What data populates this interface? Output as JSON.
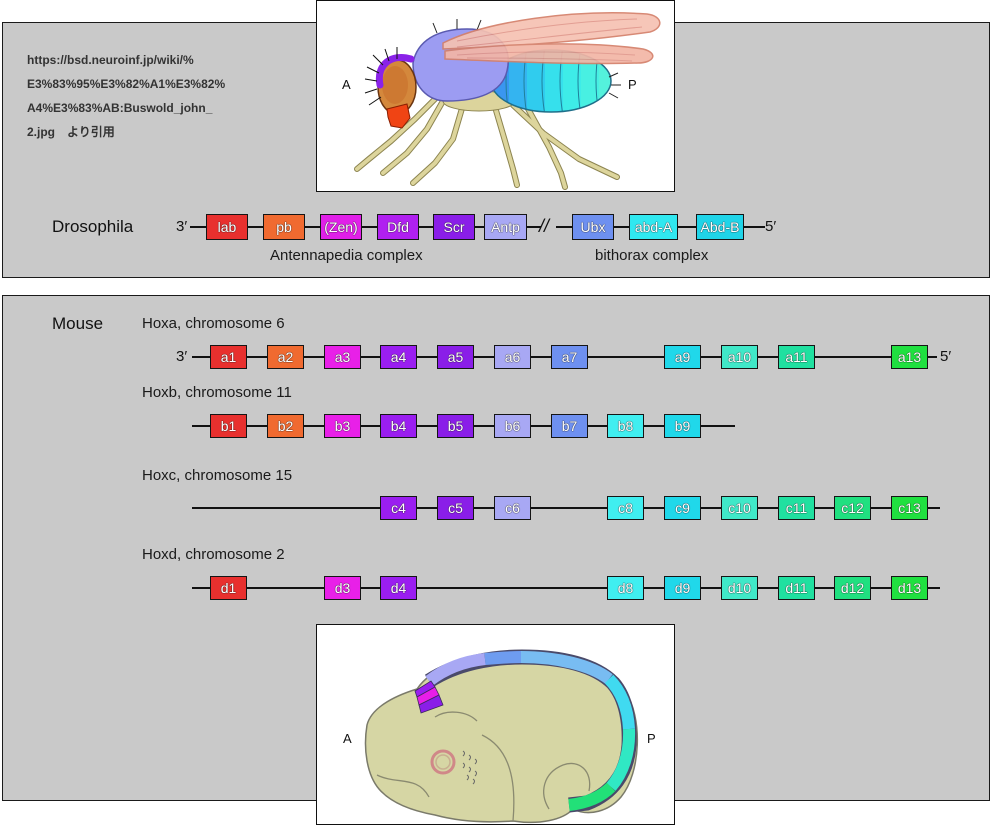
{
  "source_note": {
    "lines": [
      "https://bsd.neuroinf.jp/wiki/%",
      "E3%83%95%E3%82%A1%E3%82%",
      "A4%E3%83%AB:Buswold_john_",
      "2.jpg　より引用"
    ]
  },
  "fly_figure": {
    "anterior": "A",
    "posterior": "P"
  },
  "drosophila": {
    "label": "Drosophila",
    "end_3": "3′",
    "end_5": "5′",
    "break_mark": "//",
    "genes": [
      {
        "name": "lab",
        "color": "#e8302e"
      },
      {
        "name": "pb",
        "color": "#f06a30"
      },
      {
        "name": "(Zen)",
        "color": "#e020e8"
      },
      {
        "name": "Dfd",
        "color": "#b020f0"
      },
      {
        "name": "Scr",
        "color": "#8a1ee8"
      },
      {
        "name": "Antp",
        "color": "#a8a8f4"
      },
      {
        "name": "Ubx",
        "color": "#6e90f0"
      },
      {
        "name": "abd-A",
        "color": "#30e8f0"
      },
      {
        "name": "Abd-B",
        "color": "#20d4e8"
      }
    ],
    "complexes": [
      "Antennapedia complex",
      "bithorax complex"
    ]
  },
  "mouse": {
    "label": "Mouse",
    "clusters": [
      {
        "title": "Hoxa, chromosome 6",
        "end_3": "3′",
        "end_5": "5′",
        "genes": [
          {
            "name": "a1",
            "color": "#e8302e"
          },
          {
            "name": "a2",
            "color": "#f06a30"
          },
          {
            "name": "a3",
            "color": "#e820e8"
          },
          {
            "name": "a4",
            "color": "#9a1ef0"
          },
          {
            "name": "a5",
            "color": "#8a1ee8"
          },
          {
            "name": "a6",
            "color": "#a8a8f4"
          },
          {
            "name": "a7",
            "color": "#6e90f0"
          },
          {
            "name": "a9",
            "color": "#20d8ea"
          },
          {
            "name": "a10",
            "color": "#40e8c8"
          },
          {
            "name": "a11",
            "color": "#20e0a0"
          },
          {
            "name": "a13",
            "color": "#20e040"
          }
        ]
      },
      {
        "title": "Hoxb, chromosome 11",
        "genes": [
          {
            "name": "b1",
            "color": "#e8302e"
          },
          {
            "name": "b2",
            "color": "#f06a30"
          },
          {
            "name": "b3",
            "color": "#e820e8"
          },
          {
            "name": "b4",
            "color": "#9a1ef0"
          },
          {
            "name": "b5",
            "color": "#8a1ee8"
          },
          {
            "name": "b6",
            "color": "#a8a8f4"
          },
          {
            "name": "b7",
            "color": "#6e90f0"
          },
          {
            "name": "b8",
            "color": "#40eef0"
          },
          {
            "name": "b9",
            "color": "#20d8ea"
          }
        ]
      },
      {
        "title": "Hoxc, chromosome 15",
        "genes": [
          {
            "name": "c4",
            "color": "#9a1ef0"
          },
          {
            "name": "c5",
            "color": "#8a1ee8"
          },
          {
            "name": "c6",
            "color": "#a8a8f4"
          },
          {
            "name": "c8",
            "color": "#40eef0"
          },
          {
            "name": "c9",
            "color": "#20d8ea"
          },
          {
            "name": "c10",
            "color": "#40e8c8"
          },
          {
            "name": "c11",
            "color": "#20e0a0"
          },
          {
            "name": "c12",
            "color": "#20e080"
          },
          {
            "name": "c13",
            "color": "#20e040"
          }
        ]
      },
      {
        "title": "Hoxd, chromosome 2",
        "genes": [
          {
            "name": "d1",
            "color": "#e8302e"
          },
          {
            "name": "d3",
            "color": "#e820e8"
          },
          {
            "name": "d4",
            "color": "#9a1ef0"
          },
          {
            "name": "d8",
            "color": "#40eef0"
          },
          {
            "name": "d9",
            "color": "#20d8ea"
          },
          {
            "name": "d10",
            "color": "#40e8c8"
          },
          {
            "name": "d11",
            "color": "#20e0a0"
          },
          {
            "name": "d12",
            "color": "#20e080"
          },
          {
            "name": "d13",
            "color": "#20e040"
          }
        ]
      }
    ]
  },
  "embryo_figure": {
    "anterior": "A",
    "posterior": "P"
  }
}
